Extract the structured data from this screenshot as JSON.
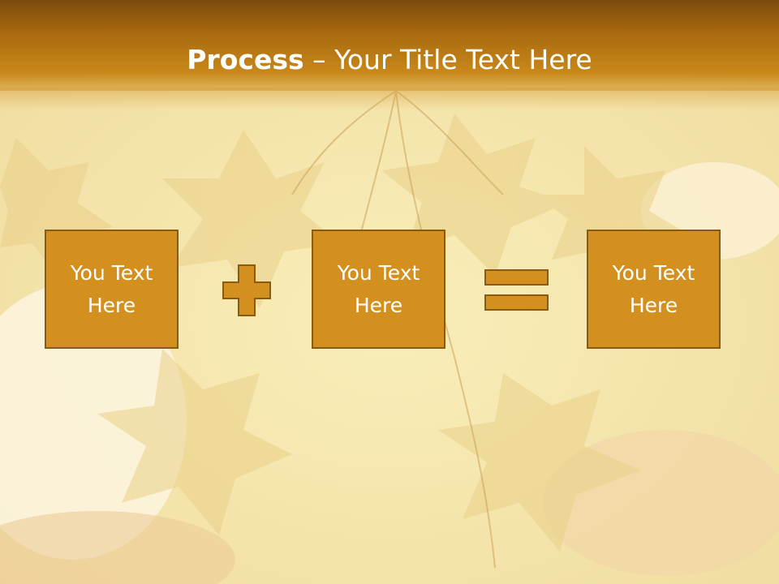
{
  "slide": {
    "title_bold": "Process",
    "title_rest": " – Your Title Text Here",
    "colors": {
      "title_bar": "#a8690f",
      "box_fill": "#d4901f",
      "box_border": "#8a5a12",
      "text": "#ffffff",
      "background": "#f7eab8"
    }
  },
  "process": {
    "steps": [
      {
        "label": "You Text Here"
      },
      {
        "label": "You Text Here"
      },
      {
        "label": "You Text Here"
      }
    ],
    "operators": [
      "plus-icon",
      "equals-icon"
    ]
  }
}
